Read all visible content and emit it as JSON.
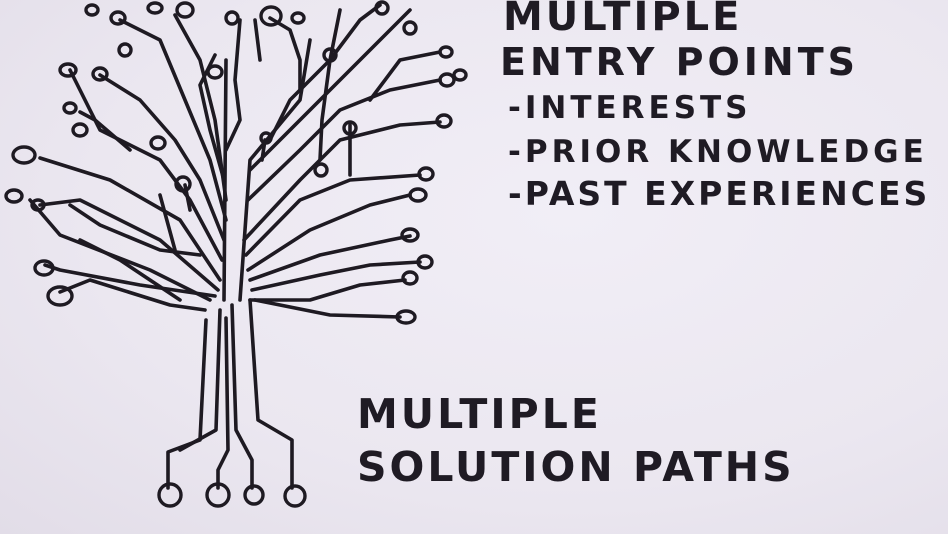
{
  "entry": {
    "title_line1": "Multiple",
    "title_line2": "Entry Points",
    "items": [
      "-Interests",
      "-Prior Knowledge",
      "-Past Experiences"
    ]
  },
  "solution": {
    "title_line1": "Multiple",
    "title_line2": "Solution Paths"
  },
  "colors": {
    "ink": "#1e1a22",
    "board": "#ece8f1"
  }
}
